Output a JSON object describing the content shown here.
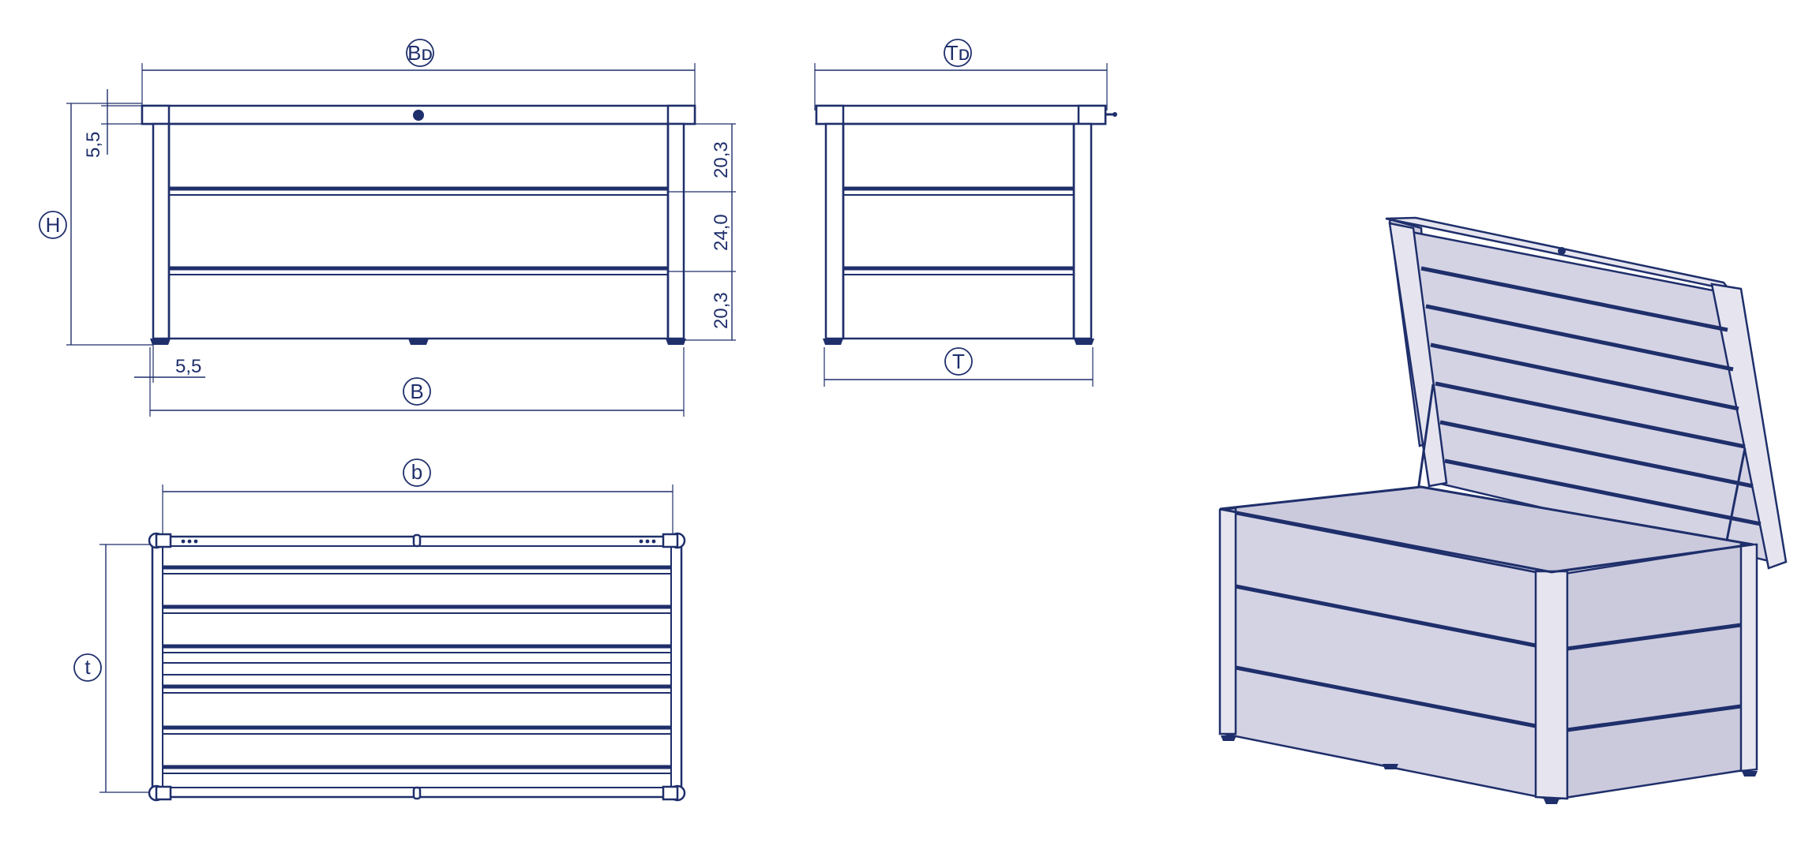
{
  "labels": {
    "front_depth_width": "Bᴅ",
    "front_width": "B",
    "front_height": "H",
    "side_depth_top": "Tᴅ",
    "side_depth": "T",
    "plan_width": "b",
    "plan_depth": "t"
  },
  "dimensions": {
    "lid_thickness": "5,5",
    "foot_offset": "5,5",
    "upper_panel": "20,3",
    "middle_panel": "24,0",
    "lower_panel": "20,3"
  },
  "colors": {
    "line": "#1f2f6b",
    "panel_fill": "#d4d3e4",
    "background": "#ffffff"
  }
}
